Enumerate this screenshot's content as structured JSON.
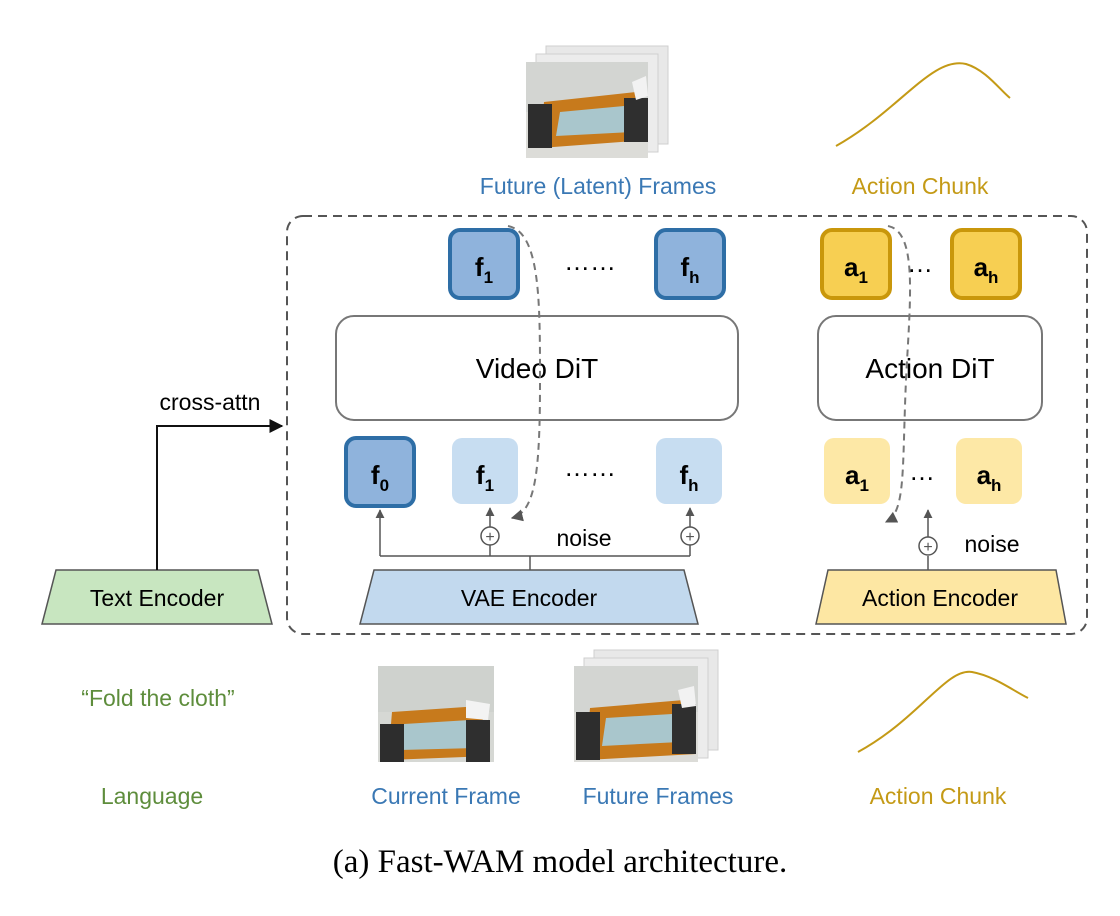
{
  "labels": {
    "future_latent_frames": "Future (Latent) Frames",
    "action_chunk_top": "Action Chunk",
    "video_dit": "Video DiT",
    "action_dit": "Action DiT",
    "cross_attn": "cross-attn",
    "noise_video": "noise",
    "noise_action": "noise",
    "text_encoder": "Text Encoder",
    "vae_encoder": "VAE Encoder",
    "action_encoder": "Action Encoder",
    "instruction": "“Fold the cloth”",
    "language": "Language",
    "current_frame": "Current Frame",
    "future_frames": "Future Frames",
    "action_chunk_bottom": "Action Chunk",
    "ellipsis_long": "……",
    "ellipsis_short": "…",
    "plus": "+"
  },
  "tokens": {
    "out_f1": {
      "base": "f",
      "sub": "1"
    },
    "out_fh": {
      "base": "f",
      "sub": "h"
    },
    "out_a1": {
      "base": "a",
      "sub": "1"
    },
    "out_ah": {
      "base": "a",
      "sub": "h"
    },
    "in_f0": {
      "base": "f",
      "sub": "0"
    },
    "in_f1": {
      "base": "f",
      "sub": "1"
    },
    "in_fh": {
      "base": "f",
      "sub": "h"
    },
    "in_a1": {
      "base": "a",
      "sub": "1"
    },
    "in_ah": {
      "base": "a",
      "sub": "h"
    }
  },
  "caption": "(a) Fast-WAM model architecture.",
  "colors": {
    "frame_blue_dark": "#8fb3dc",
    "frame_blue_border": "#2e6ea6",
    "frame_blue_light": "#c7ddf1",
    "action_yellow_dark": "#f7cf52",
    "action_yellow_border": "#c9970b",
    "action_yellow_light": "#fde8a6",
    "text_blue": "#3a78b4",
    "text_gold": "#c49a16",
    "text_green": "#5e8d3c",
    "text_encoder_fill": "#c8e6c0",
    "vae_fill": "#c2d9ee",
    "action_encoder_fill": "#fde7a3",
    "curve_gold": "#c49a16"
  }
}
